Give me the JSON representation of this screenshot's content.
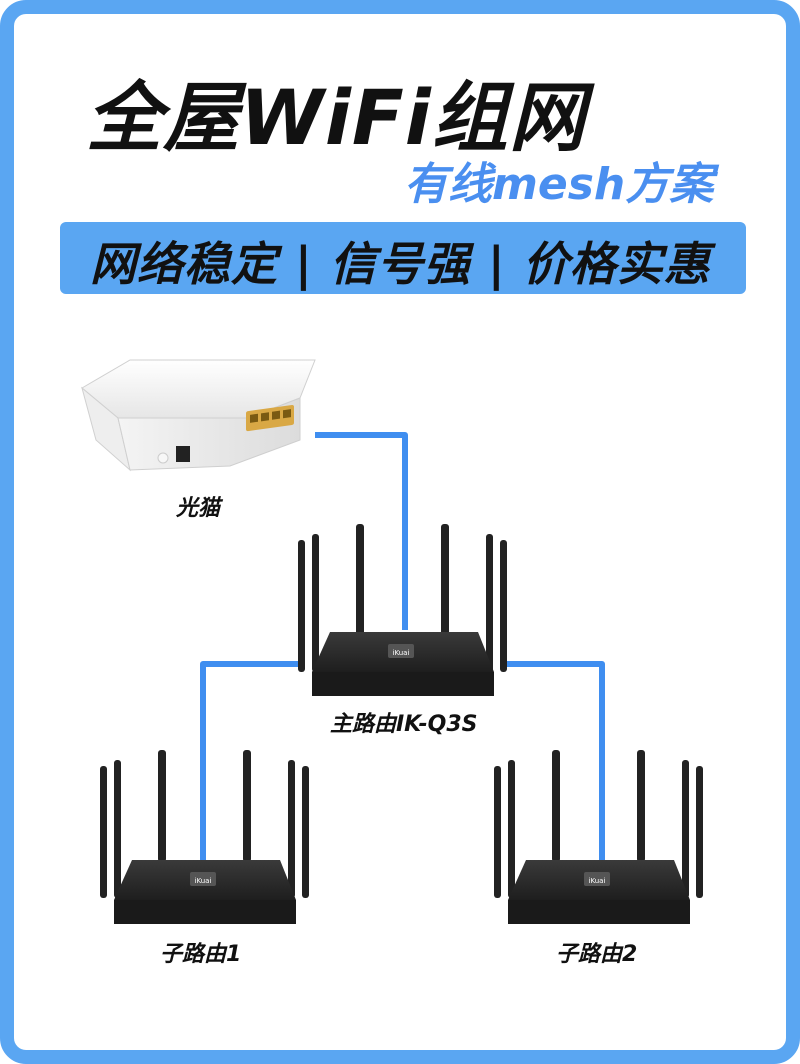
{
  "header": {
    "title": "全屋WiFi组网",
    "subtitle": "有线mesh方案",
    "banner": "网络稳定 | 信号强 | 价格实惠"
  },
  "devices": {
    "modem": {
      "label": "光猫"
    },
    "main_router": {
      "label": "主路由IK-Q3S",
      "brand": "iKuai"
    },
    "sub_router_1": {
      "label": "子路由1",
      "brand": "iKuai"
    },
    "sub_router_2": {
      "label": "子路由2",
      "brand": "iKuai"
    }
  },
  "colors": {
    "frame": "#5aa6f2",
    "banner": "#5aa6f2",
    "subtitle": "#4a8ff0",
    "cable": "#3f8ef0",
    "router_body": "#2a2a2a"
  }
}
